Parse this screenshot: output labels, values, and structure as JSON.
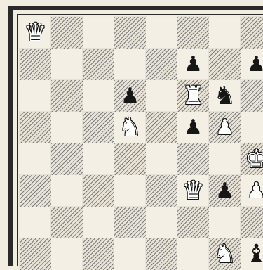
{
  "board": {
    "files": [
      "a",
      "b",
      "c",
      "d",
      "e",
      "f",
      "g",
      "h"
    ],
    "ranks": [
      8,
      7,
      6,
      5,
      4,
      3,
      2,
      1
    ],
    "pieces": [
      {
        "square": "a8",
        "color": "white",
        "type": "queen"
      },
      {
        "square": "f7",
        "color": "black",
        "type": "pawn"
      },
      {
        "square": "h7",
        "color": "black",
        "type": "pawn"
      },
      {
        "square": "d6",
        "color": "black",
        "type": "pawn"
      },
      {
        "square": "f6",
        "color": "white",
        "type": "rook"
      },
      {
        "square": "g6",
        "color": "black",
        "type": "knight"
      },
      {
        "square": "d5",
        "color": "white",
        "type": "knight"
      },
      {
        "square": "f5",
        "color": "black",
        "type": "pawn"
      },
      {
        "square": "g5",
        "color": "white",
        "type": "pawn"
      },
      {
        "square": "h4",
        "color": "white",
        "type": "king"
      },
      {
        "square": "f3",
        "color": "white",
        "type": "queen"
      },
      {
        "square": "g3",
        "color": "black",
        "type": "pawn"
      },
      {
        "square": "h3",
        "color": "white",
        "type": "pawn"
      },
      {
        "square": "g1",
        "color": "white",
        "type": "knight"
      },
      {
        "square": "h1",
        "color": "black",
        "type": "bishop"
      }
    ]
  },
  "glyphs": {
    "king": "♚",
    "queen": "♛",
    "rook": "♜",
    "bishop": "♝",
    "knight": "♞",
    "pawn": "♟"
  }
}
